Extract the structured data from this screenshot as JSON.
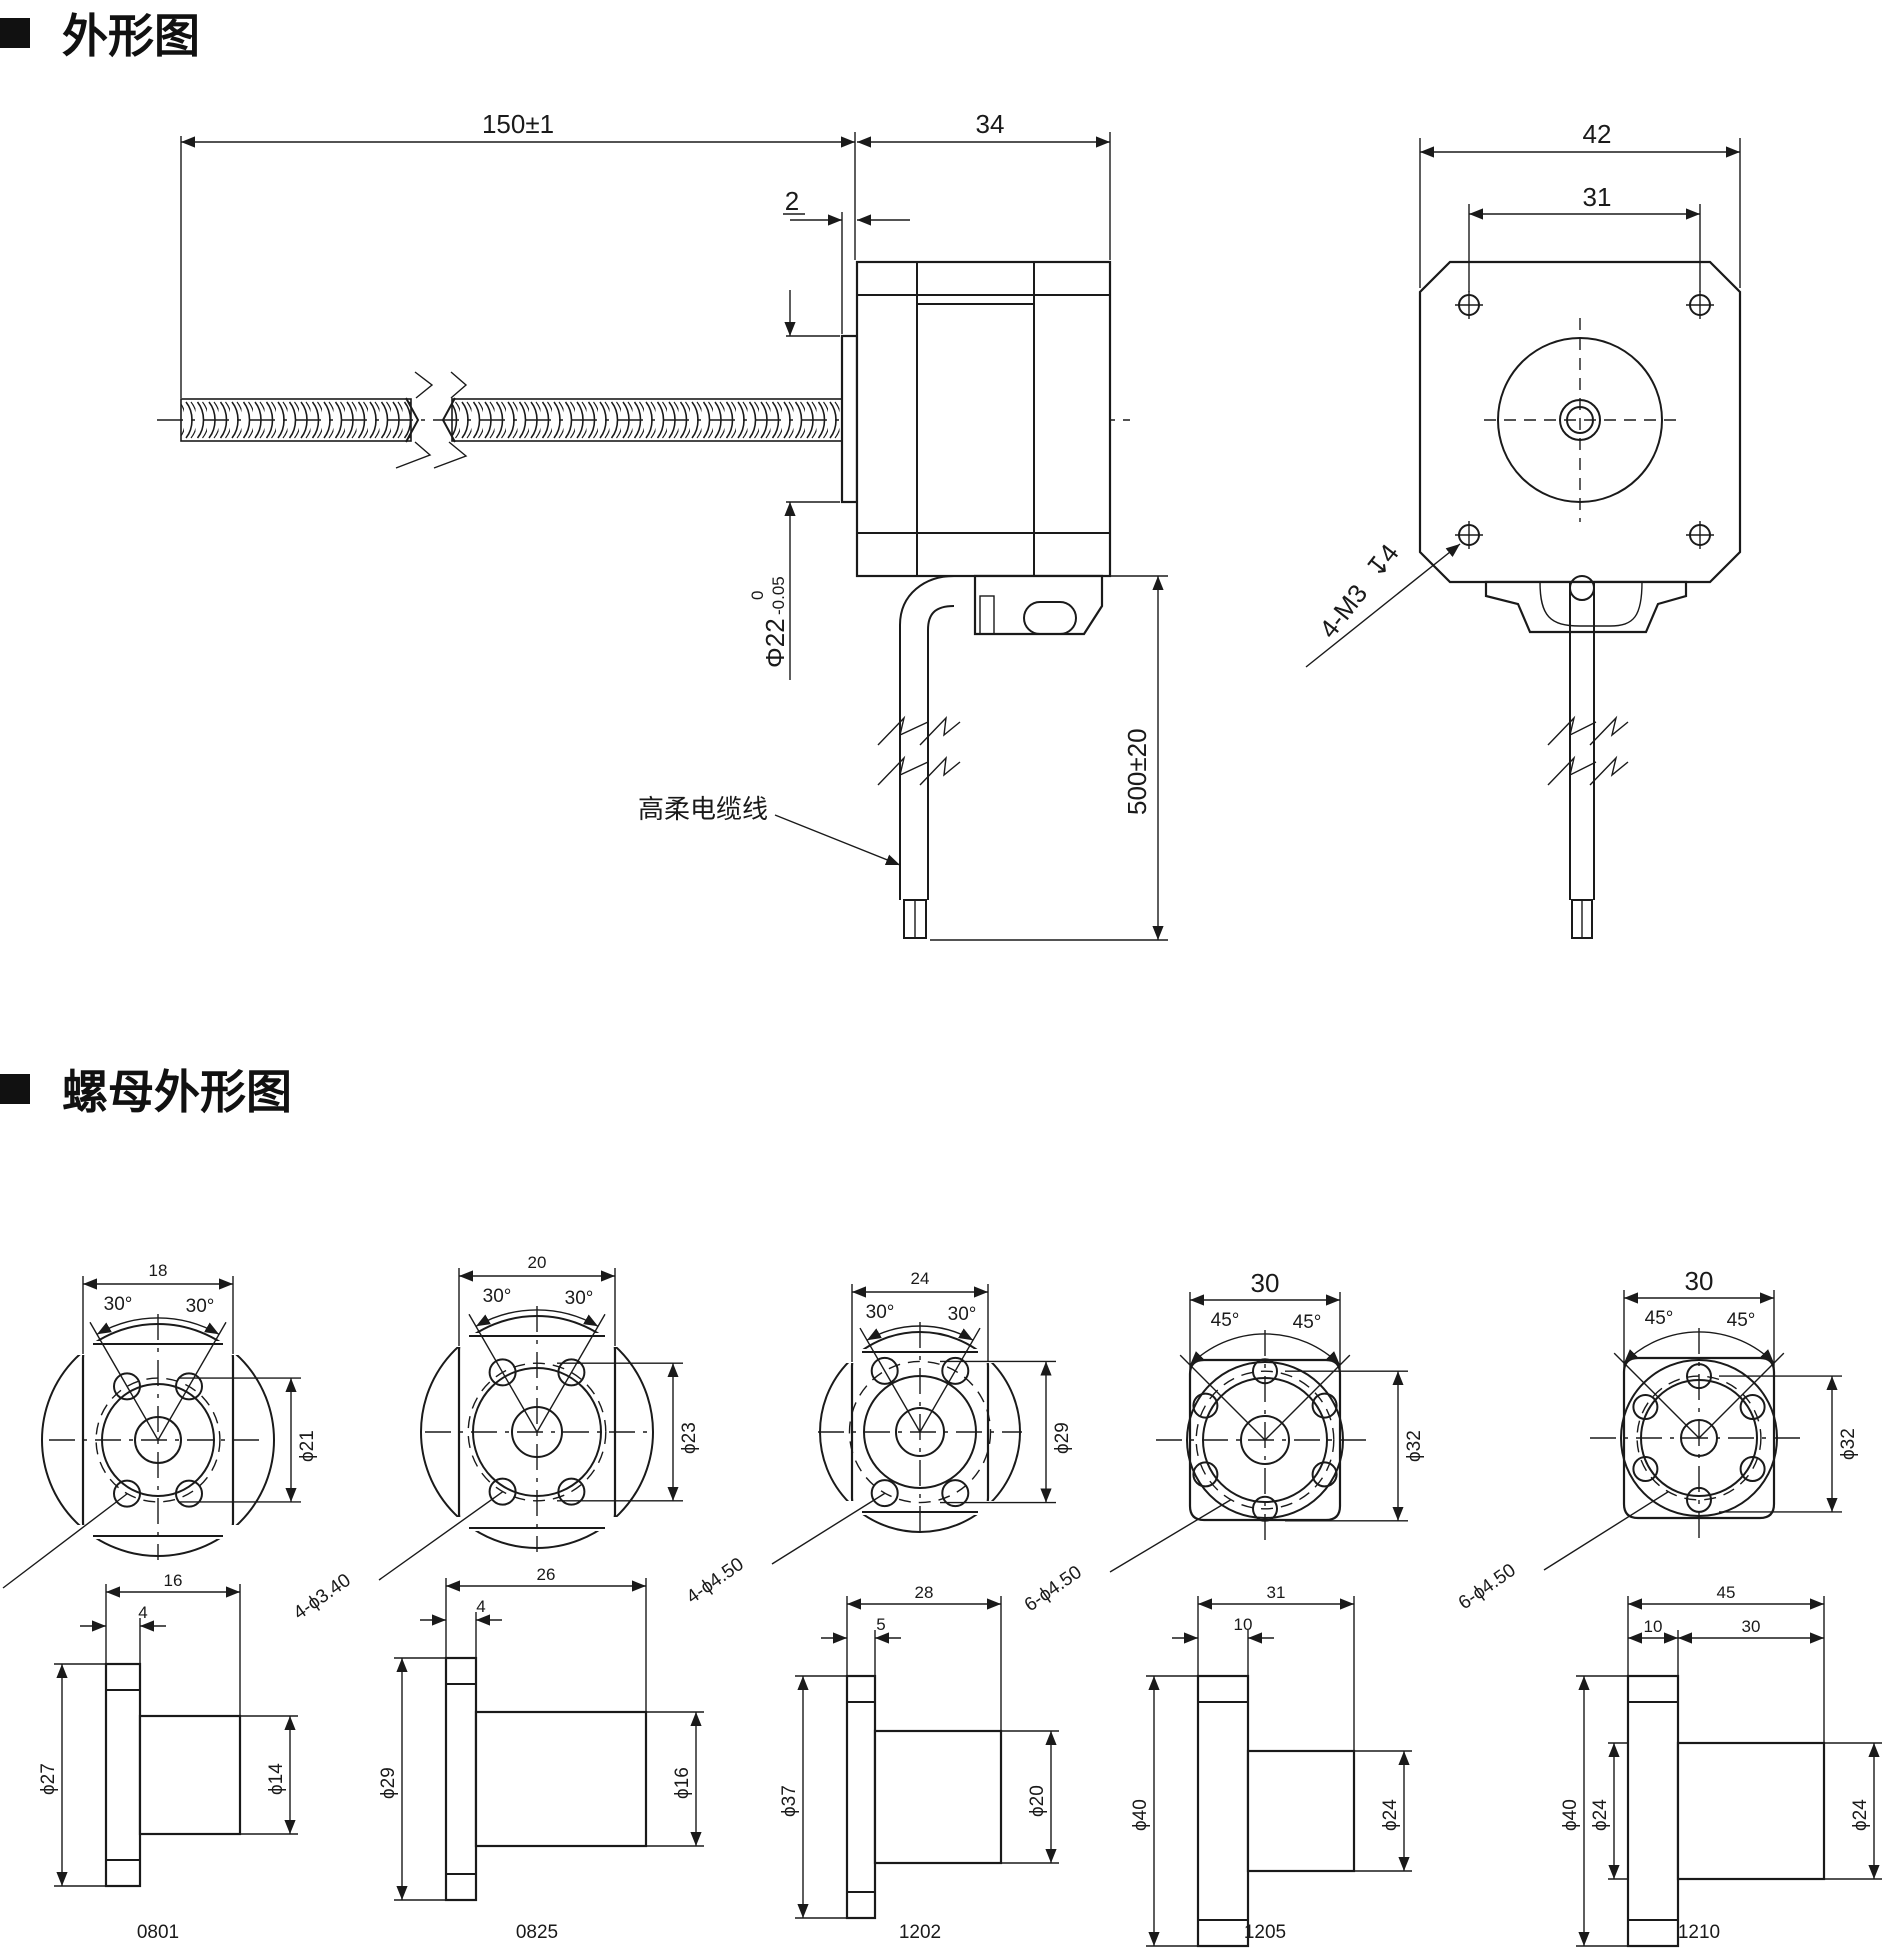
{
  "section1": {
    "title": "外形图"
  },
  "section2": {
    "title": "螺母外形图"
  },
  "motor_side": {
    "dim_screw_length": "150±1",
    "dim_body_length": "34",
    "dim_shoulder": "2",
    "dim_boss_dia": "Φ22",
    "dim_boss_tol_upper": "0",
    "dim_boss_tol_lower": "-0.05",
    "dim_cable_length": "500±20",
    "cable_label": "高柔电缆线"
  },
  "motor_front": {
    "dim_width": "42",
    "dim_hole_spacing": "31",
    "dim_holes": "4-M3",
    "dim_hole_depth": "4"
  },
  "nuts": [
    {
      "model": "0801",
      "width": "18",
      "ang_l": "30°",
      "ang_r": "30°",
      "pcd": "ϕ21",
      "holes": "4-ϕ3.40",
      "len": "16",
      "flange_t": "4",
      "flange_d": "ϕ27",
      "body_d": "ϕ14"
    },
    {
      "model": "0825",
      "width": "20",
      "ang_l": "30°",
      "ang_r": "30°",
      "pcd": "ϕ23",
      "holes": "4-ϕ3.40",
      "len": "26",
      "flange_t": "4",
      "flange_d": "ϕ29",
      "body_d": "ϕ16"
    },
    {
      "model": "1202",
      "width": "24",
      "ang_l": "30°",
      "ang_r": "30°",
      "pcd": "ϕ29",
      "holes": "4-ϕ4.50",
      "len": "28",
      "flange_t": "5",
      "flange_d": "ϕ37",
      "body_d": "ϕ20"
    },
    {
      "model": "1205",
      "width": "30",
      "ang_l": "45°",
      "ang_r": "45°",
      "pcd": "ϕ32",
      "holes": "6-ϕ4.50",
      "len": "31",
      "flange_t": "10",
      "flange_d": "ϕ40",
      "body_d": "ϕ24"
    },
    {
      "model": "1210",
      "width": "30",
      "ang_l": "45°",
      "ang_r": "45°",
      "pcd": "ϕ32",
      "holes": "6-ϕ4.50",
      "len": "45",
      "flange_t": "10",
      "rest_len": "30",
      "flange_d": "ϕ40",
      "body_d": "ϕ24",
      "body_d2": "ϕ24"
    }
  ]
}
